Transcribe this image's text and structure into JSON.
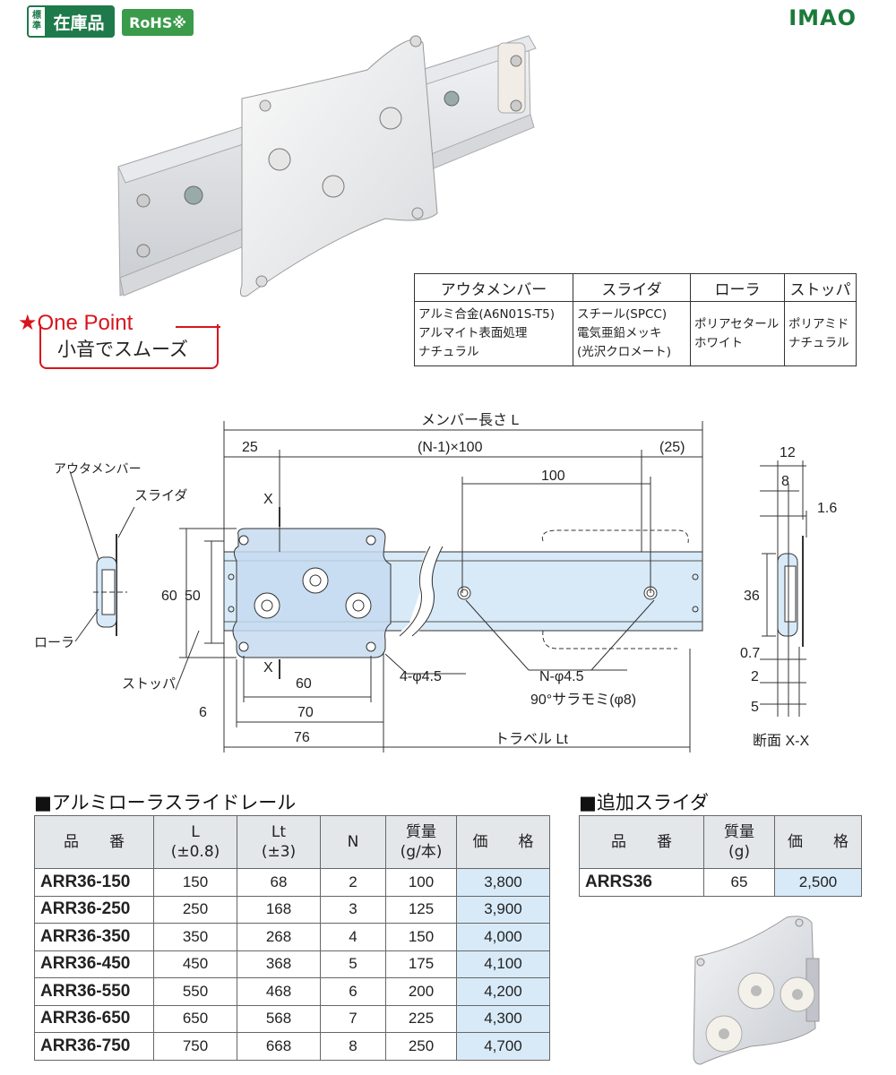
{
  "header": {
    "std_badge_small": "標準",
    "std_badge_big": "在庫品",
    "rohs_badge": "RoHS※",
    "logo": "IMAO"
  },
  "one_point": {
    "title": "★One Point",
    "text": "小音でスムーズ"
  },
  "materials": {
    "headers": [
      "アウタメンバー",
      "スライダ",
      "ローラ",
      "ストッパ"
    ],
    "cells": [
      [
        "アルミ合金(A6N01S-T5)",
        "アルマイト表面処理",
        "ナチュラル"
      ],
      [
        "スチール(SPCC)",
        "電気亜鉛メッキ",
        "(光沢クロメート)"
      ],
      [
        "ポリアセタール",
        "ホワイト"
      ],
      [
        "ポリアミド",
        "ナチュラル"
      ]
    ]
  },
  "drawing": {
    "side_labels": {
      "outer": "アウタメンバー",
      "slider": "スライダ",
      "roller": "ローラ",
      "stopper": "ストッパ"
    },
    "dims": {
      "member_length": "メンバー長さ L",
      "d25": "25",
      "pitch": "(N-1)×100",
      "d25p": "(25)",
      "d100": "100",
      "d60v": "60",
      "d50v": "50",
      "x": "X",
      "hole_4": "4-φ4.5",
      "hole_n": "N-φ4.5",
      "countersink": "90°サラモミ(φ8)",
      "d60": "60",
      "d70": "70",
      "d76": "76",
      "d6": "6",
      "travel": "トラベル Lt"
    },
    "section": {
      "d12": "12",
      "d8": "8",
      "d1_6": "1.6",
      "d36": "36",
      "d0_7": "0.7",
      "d2": "2",
      "d5": "5",
      "label": "断面 X-X"
    }
  },
  "rail_table": {
    "title": "■アルミローラスライドレール",
    "headers": [
      "品　　番",
      "L\n(±0.8)",
      "Lt\n(±3)",
      "N",
      "質量\n(g/本)",
      "価　　格"
    ],
    "rows": [
      [
        "ARR36-150",
        "150",
        "68",
        "2",
        "100",
        "3,800"
      ],
      [
        "ARR36-250",
        "250",
        "168",
        "3",
        "125",
        "3,900"
      ],
      [
        "ARR36-350",
        "350",
        "268",
        "4",
        "150",
        "4,000"
      ],
      [
        "ARR36-450",
        "450",
        "368",
        "5",
        "175",
        "4,100"
      ],
      [
        "ARR36-550",
        "550",
        "468",
        "6",
        "200",
        "4,200"
      ],
      [
        "ARR36-650",
        "650",
        "568",
        "7",
        "225",
        "4,300"
      ],
      [
        "ARR36-750",
        "750",
        "668",
        "8",
        "250",
        "4,700"
      ]
    ]
  },
  "slider_table": {
    "title": "■追加スライダ",
    "headers": [
      "品　　番",
      "質量\n(g)",
      "価　　格"
    ],
    "rows": [
      [
        "ARRS36",
        "65",
        "2,500"
      ]
    ]
  }
}
